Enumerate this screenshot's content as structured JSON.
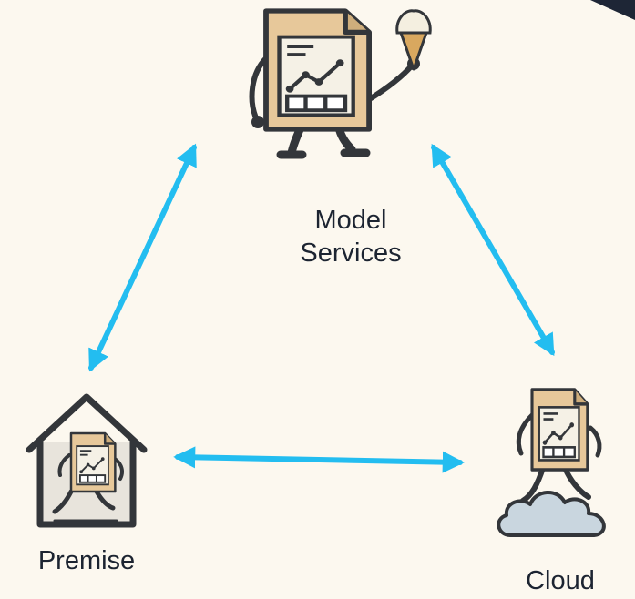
{
  "nodes": {
    "model_services": {
      "label_line1": "Model",
      "label_line2": "Services",
      "icon": "file-mascot-with-ice-cream-icon"
    },
    "premise": {
      "label": "Premise",
      "icon": "file-mascot-in-house-icon"
    },
    "cloud": {
      "label": "Cloud",
      "icon": "file-mascot-on-cloud-icon"
    }
  },
  "connections": [
    {
      "from": "premise",
      "to": "model_services",
      "style": "bidirectional"
    },
    {
      "from": "model_services",
      "to": "cloud",
      "style": "bidirectional"
    },
    {
      "from": "premise",
      "to": "cloud",
      "style": "bidirectional"
    }
  ],
  "colors": {
    "background": "#fcf8ef",
    "arrow": "#23bdf0",
    "outline": "#33363a",
    "file_body": "#e7c89a",
    "file_fold": "#cfae7c",
    "cloud_fill": "#c9d6df",
    "house_fill": "#e8e4dc",
    "label_text": "#1c2431",
    "corner_shape": "#1e2636"
  }
}
